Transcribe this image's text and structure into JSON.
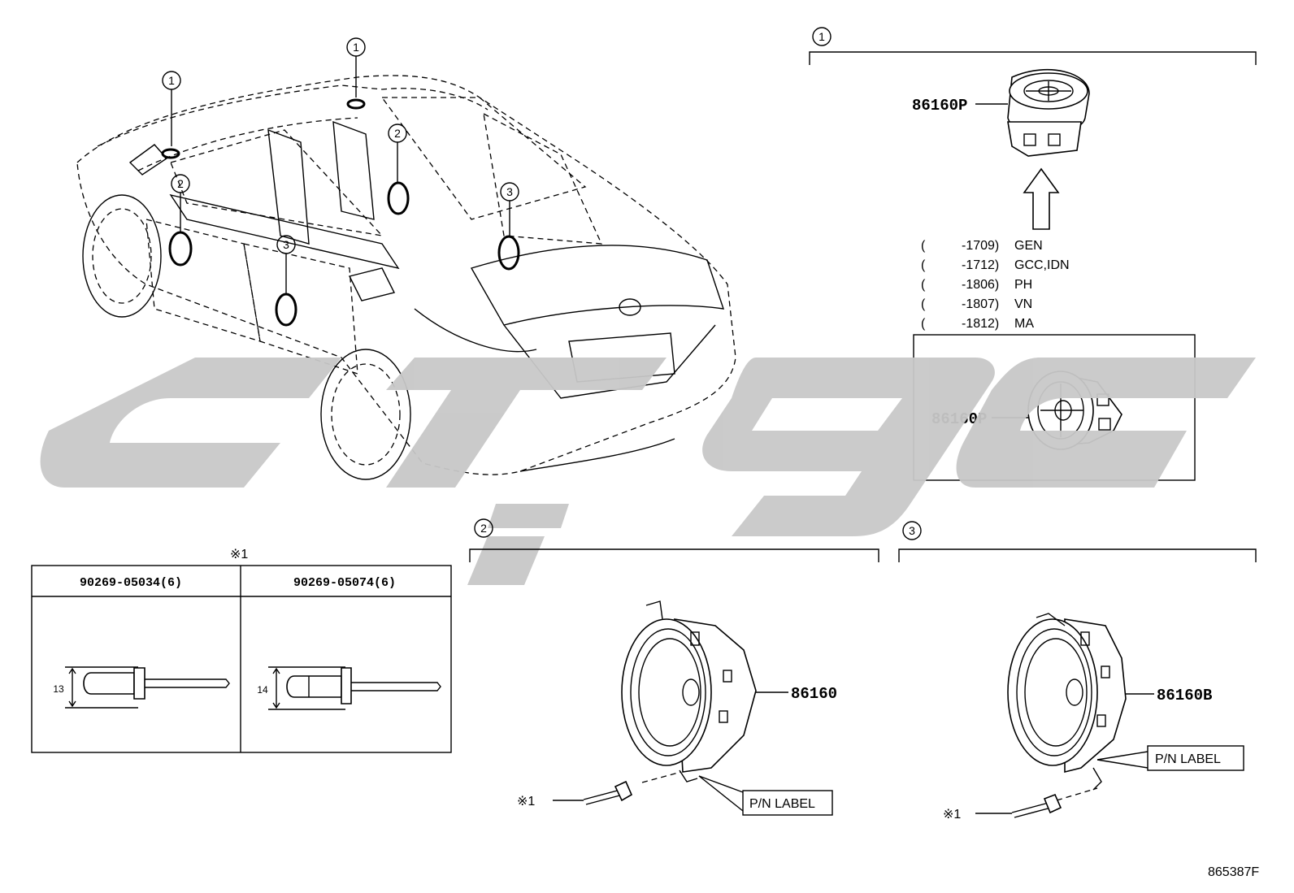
{
  "watermark": {
    "text": "ctgc",
    "color": "#c8c8c8"
  },
  "callouts": {
    "one": "1",
    "two": "2",
    "three": "3"
  },
  "tweeter": {
    "part_top": "86160P",
    "part_boxed": "86160P",
    "variants": [
      {
        "open": "(",
        "range": "-1709)",
        "region": "GEN"
      },
      {
        "open": "(",
        "range": "-1712)",
        "region": "GCC,IDN"
      },
      {
        "open": "(",
        "range": "-1806)",
        "region": "PH"
      },
      {
        "open": "(",
        "range": "-1807)",
        "region": "VN"
      },
      {
        "open": "(",
        "range": "-1812)",
        "region": "MA"
      }
    ]
  },
  "front_speaker": {
    "part": "86160",
    "label": "P/N LABEL",
    "note": "※1"
  },
  "rear_speaker": {
    "part": "86160B",
    "label": "P/N LABEL",
    "note": "※1"
  },
  "rivet_table": {
    "note": "※1",
    "columns": [
      {
        "header": "90269-05034(6)",
        "dimension": "13"
      },
      {
        "header": "90269-05074(6)",
        "dimension": "14"
      }
    ]
  },
  "diagram_id": "865387F"
}
